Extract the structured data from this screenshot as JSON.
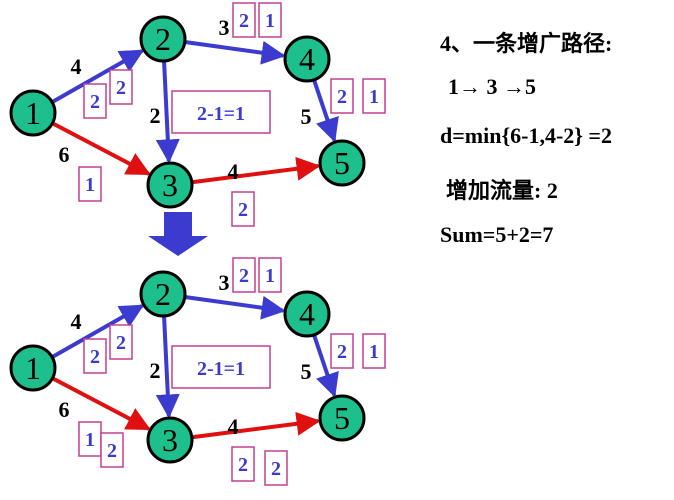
{
  "colors": {
    "node_fill": "#1dbf8d",
    "node_stroke": "#000000",
    "forward_edge": "#3b3bd0",
    "augmenting_edge": "#e01010",
    "box_stroke": "#c04090",
    "flow_text": "#3b3bd0",
    "transition_arrow": "#3b3bd0"
  },
  "info": {
    "title": "4、一条增广路径:",
    "path": "1→ 3  →5",
    "delta": "d=min{6-1,4-2} =2",
    "increase": "增加流量: 2",
    "sum": "Sum=5+2=7"
  },
  "graphs": [
    {
      "nodes": [
        "1",
        "2",
        "3",
        "4",
        "5"
      ],
      "edges": [
        {
          "from": "1",
          "to": "2",
          "capacity": "4",
          "flows": [
            "2",
            "2"
          ],
          "augmenting": false
        },
        {
          "from": "1",
          "to": "3",
          "capacity": "6",
          "flows": [
            "1"
          ],
          "augmenting": true
        },
        {
          "from": "2",
          "to": "3",
          "capacity": "2",
          "flows": [],
          "augmenting": false
        },
        {
          "from": "2",
          "to": "4",
          "capacity": "3",
          "flows": [
            "2",
            "1"
          ],
          "augmenting": false
        },
        {
          "from": "3",
          "to": "5",
          "capacity": "4",
          "flows": [
            "2"
          ],
          "augmenting": true
        },
        {
          "from": "4",
          "to": "5",
          "capacity": "5",
          "flows": [
            "2",
            "1"
          ],
          "augmenting": false
        }
      ],
      "note": "2-1=1"
    },
    {
      "nodes": [
        "1",
        "2",
        "3",
        "4",
        "5"
      ],
      "edges": [
        {
          "from": "1",
          "to": "2",
          "capacity": "4",
          "flows": [
            "2",
            "2"
          ],
          "augmenting": false
        },
        {
          "from": "1",
          "to": "3",
          "capacity": "6",
          "flows": [
            "1",
            "2"
          ],
          "augmenting": true
        },
        {
          "from": "2",
          "to": "3",
          "capacity": "2",
          "flows": [],
          "augmenting": false
        },
        {
          "from": "2",
          "to": "4",
          "capacity": "3",
          "flows": [
            "2",
            "1"
          ],
          "augmenting": false
        },
        {
          "from": "3",
          "to": "5",
          "capacity": "4",
          "flows": [
            "2",
            "2"
          ],
          "augmenting": true
        },
        {
          "from": "4",
          "to": "5",
          "capacity": "5",
          "flows": [
            "2",
            "1"
          ],
          "augmenting": false
        }
      ],
      "note": "2-1=1"
    }
  ]
}
